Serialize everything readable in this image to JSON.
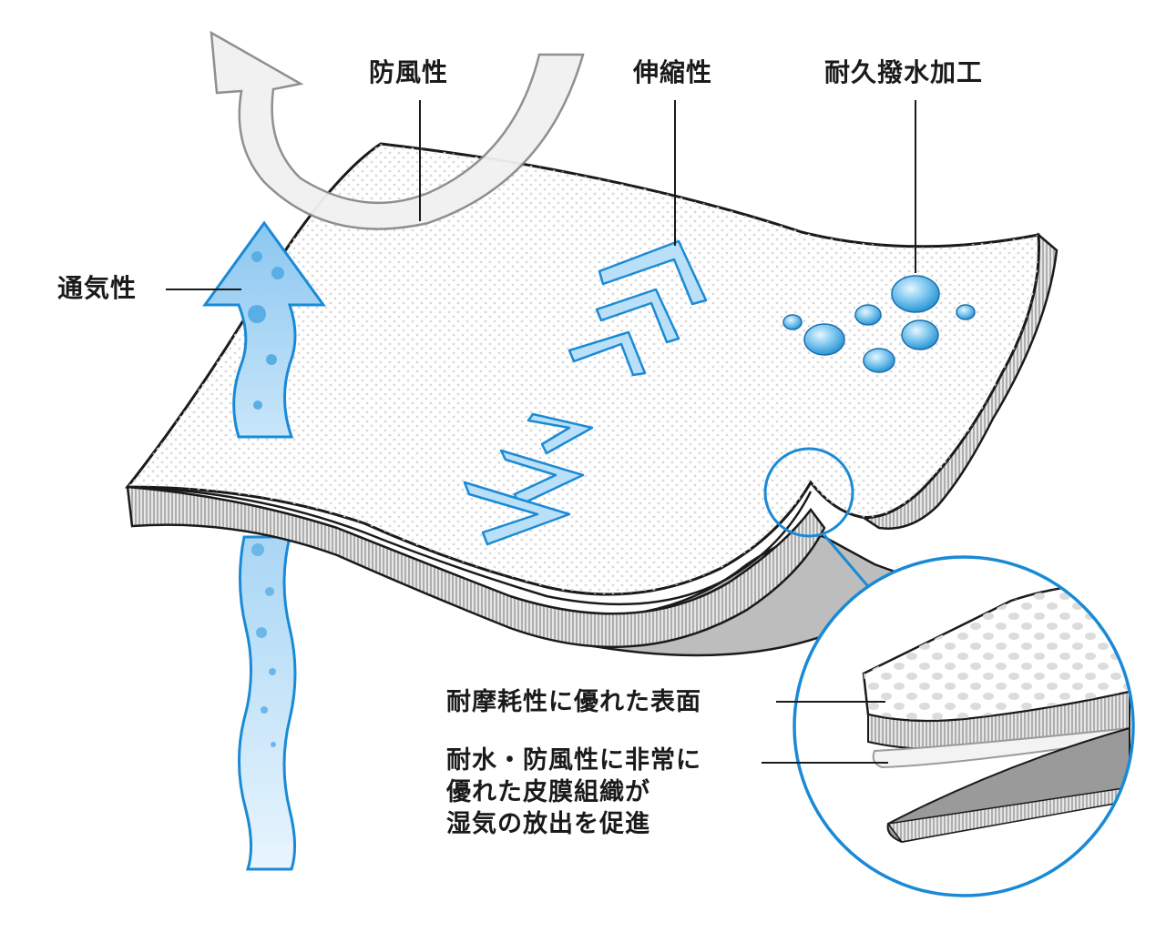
{
  "labels": {
    "windproof": "防風性",
    "stretch": "伸縮性",
    "water_repellent": "耐久撥水加工",
    "breathable": "通気性",
    "surface": "耐摩耗性に優れた表面",
    "membrane_lines": [
      "耐水・防風性に非常に",
      "優れた皮膜組織が",
      "湿気の放出を促進"
    ]
  },
  "colors": {
    "accent_blue": "#1a8ad6",
    "airflow_blue": "#8cc7f0",
    "outline": "#1a1a1a",
    "fabric_white": "#ffffff",
    "layer_gray": "#9a9a9a"
  }
}
